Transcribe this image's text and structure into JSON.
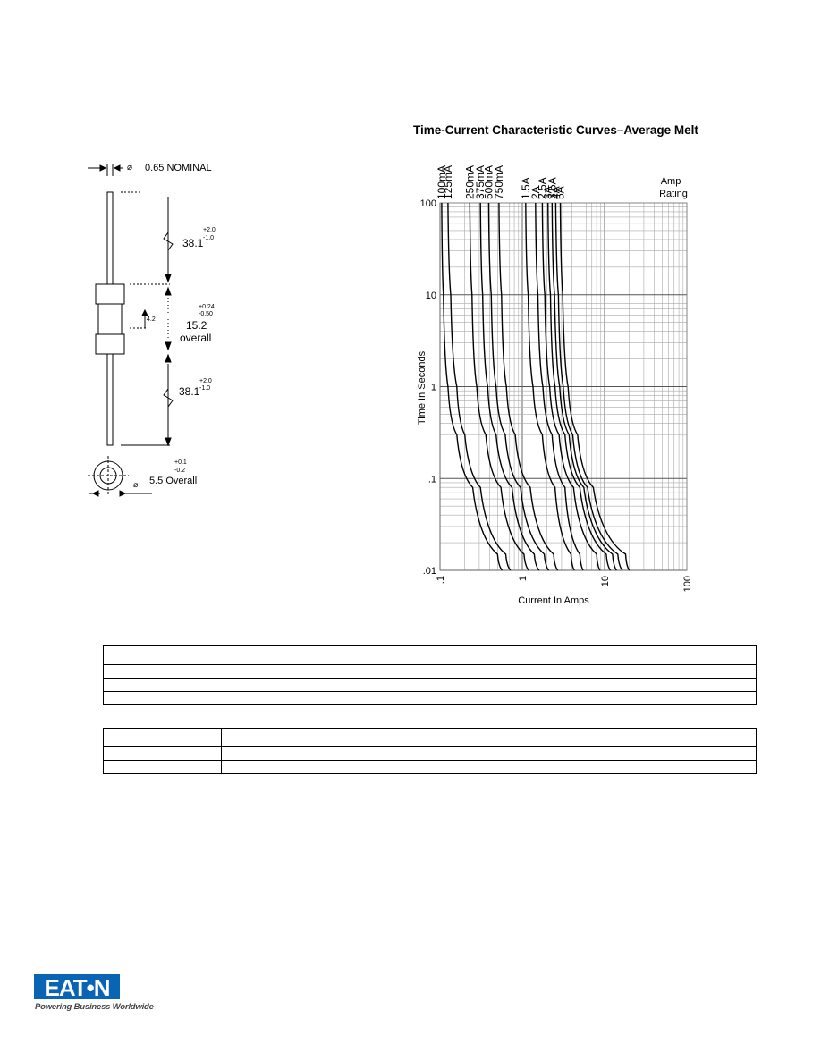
{
  "drawing": {
    "nominal": "0.65 NOMINAL",
    "diameter_symbol": "⌀",
    "lead_length": "38.1",
    "lead_tol_plus": "+2.0",
    "lead_tol_minus": "-1.0",
    "body_length": "15.2",
    "body_tol_plus": "+0.24",
    "body_tol_minus": "-0.50",
    "overall": "overall",
    "cap_dim": "4.2",
    "diameter": "5.5 Overall",
    "dia_tol_plus": "+0.1",
    "dia_tol_minus": "-0.2"
  },
  "chart_data": {
    "type": "line",
    "title": "Time-Current Characteristic Curves–Average Melt",
    "xlabel": "Current In Amps",
    "ylabel": "Time In Seconds",
    "x_scale": "log",
    "y_scale": "log",
    "xlim": [
      0.1,
      100
    ],
    "ylim": [
      0.01,
      100
    ],
    "x_ticks": [
      ".1",
      "1",
      "10",
      "100"
    ],
    "y_ticks": [
      "100",
      "10",
      "1",
      ".1",
      ".01"
    ],
    "grid": true,
    "legend_title": [
      "Amp",
      "Rating"
    ],
    "series": [
      {
        "name": "100mA",
        "points": [
          [
            0.105,
            100
          ],
          [
            0.11,
            10
          ],
          [
            0.125,
            1
          ],
          [
            0.16,
            0.3
          ],
          [
            0.25,
            0.08
          ],
          [
            0.5,
            0.015
          ],
          [
            0.57,
            0.01
          ]
        ]
      },
      {
        "name": "125mA",
        "points": [
          [
            0.125,
            100
          ],
          [
            0.135,
            10
          ],
          [
            0.16,
            1
          ],
          [
            0.2,
            0.3
          ],
          [
            0.31,
            0.08
          ],
          [
            0.63,
            0.015
          ],
          [
            0.72,
            0.01
          ]
        ]
      },
      {
        "name": "250mA",
        "points": [
          [
            0.23,
            100
          ],
          [
            0.245,
            10
          ],
          [
            0.28,
            1
          ],
          [
            0.36,
            0.3
          ],
          [
            0.55,
            0.08
          ],
          [
            1.05,
            0.015
          ],
          [
            1.2,
            0.01
          ]
        ]
      },
      {
        "name": "375mA",
        "points": [
          [
            0.31,
            100
          ],
          [
            0.33,
            10
          ],
          [
            0.38,
            1
          ],
          [
            0.48,
            0.3
          ],
          [
            0.75,
            0.08
          ],
          [
            1.4,
            0.015
          ],
          [
            1.6,
            0.01
          ]
        ]
      },
      {
        "name": "500mA",
        "points": [
          [
            0.39,
            100
          ],
          [
            0.42,
            10
          ],
          [
            0.48,
            1
          ],
          [
            0.62,
            0.3
          ],
          [
            0.95,
            0.08
          ],
          [
            1.85,
            0.015
          ],
          [
            2.1,
            0.01
          ]
        ]
      },
      {
        "name": "750mA",
        "points": [
          [
            0.52,
            100
          ],
          [
            0.56,
            10
          ],
          [
            0.64,
            1
          ],
          [
            0.82,
            0.3
          ],
          [
            1.25,
            0.08
          ],
          [
            2.4,
            0.015
          ],
          [
            2.7,
            0.01
          ]
        ]
      },
      {
        "name": "1.5A",
        "points": [
          [
            1.1,
            100
          ],
          [
            1.18,
            10
          ],
          [
            1.35,
            1
          ],
          [
            1.75,
            0.3
          ],
          [
            2.5,
            0.08
          ],
          [
            3.9,
            0.015
          ],
          [
            4.3,
            0.01
          ]
        ]
      },
      {
        "name": "2A",
        "points": [
          [
            1.45,
            100
          ],
          [
            1.55,
            10
          ],
          [
            1.78,
            1
          ],
          [
            2.3,
            0.3
          ],
          [
            3.3,
            0.08
          ],
          [
            5.0,
            0.015
          ],
          [
            5.5,
            0.01
          ]
        ]
      },
      {
        "name": "2.5A",
        "points": [
          [
            1.75,
            100
          ],
          [
            1.88,
            10
          ],
          [
            2.15,
            1
          ],
          [
            2.8,
            0.3
          ],
          [
            4.2,
            0.08
          ],
          [
            8.0,
            0.015
          ],
          [
            8.8,
            0.01
          ]
        ]
      },
      {
        "name": "3A",
        "points": [
          [
            2.05,
            100
          ],
          [
            2.2,
            10
          ],
          [
            2.5,
            1
          ],
          [
            3.3,
            0.3
          ],
          [
            5.0,
            0.08
          ],
          [
            10.5,
            0.015
          ],
          [
            11.8,
            0.01
          ]
        ]
      },
      {
        "name": "3.5A",
        "points": [
          [
            2.3,
            100
          ],
          [
            2.47,
            10
          ],
          [
            2.85,
            1
          ],
          [
            3.7,
            0.3
          ],
          [
            5.6,
            0.08
          ],
          [
            12.5,
            0.015
          ],
          [
            14.0,
            0.01
          ]
        ]
      },
      {
        "name": "4A",
        "points": [
          [
            2.55,
            100
          ],
          [
            2.75,
            10
          ],
          [
            3.15,
            1
          ],
          [
            4.1,
            0.3
          ],
          [
            6.2,
            0.08
          ],
          [
            14.5,
            0.015
          ],
          [
            16.5,
            0.01
          ]
        ]
      },
      {
        "name": "5A",
        "points": [
          [
            2.9,
            100
          ],
          [
            3.1,
            10
          ],
          [
            3.6,
            1
          ],
          [
            4.7,
            0.3
          ],
          [
            7.3,
            0.08
          ],
          [
            18.0,
            0.015
          ],
          [
            20.0,
            0.01
          ]
        ]
      }
    ]
  },
  "footer": {
    "logo_text": "EAT•N",
    "tagline": "Powering Business Worldwide"
  }
}
